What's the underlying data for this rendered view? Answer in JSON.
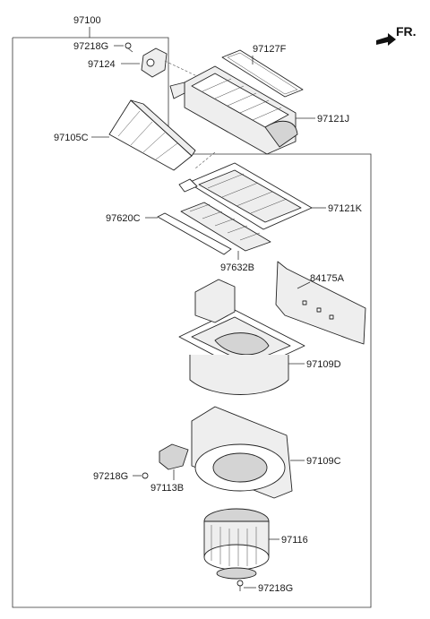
{
  "direction": {
    "label": "FR.",
    "icon": "front-direction-arrow-icon"
  },
  "labels": {
    "assembly": "97100",
    "screw_top": "97218G",
    "actuator": "97124",
    "seal": "97127F",
    "upper_case": "97121J",
    "intake_duct": "97105C",
    "filter_cover": "97121K",
    "filter_door": "97620C",
    "air_filter": "97632B",
    "insulator": "84175A",
    "lower_case": "97109D",
    "blower_case": "97109C",
    "screw_mid": "97218G",
    "resistor": "97113B",
    "blower_motor": "97116",
    "screw_bottom": "97218G"
  }
}
